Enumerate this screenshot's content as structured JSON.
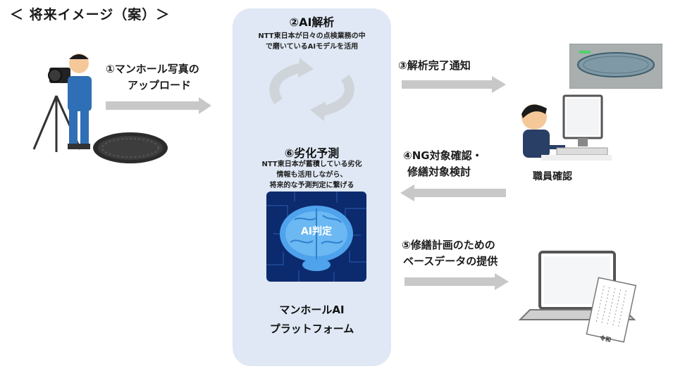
{
  "title": "＜ 将来イメージ（案）＞",
  "step1": {
    "line1": "①マンホール写真の",
    "line2": "アップロード"
  },
  "step2": {
    "title": "②AI解析",
    "desc1": "NTT東日本が日々の点検業務の中",
    "desc2": "で磨いているAIモデルを活用"
  },
  "step3": {
    "label": "③解析完了通知"
  },
  "step4": {
    "line1": "④NG対象確認・",
    "line2": "修繕対象検討"
  },
  "step5": {
    "line1": "⑤修繕計画のための",
    "line2": "ベースデータの提供"
  },
  "step6": {
    "title": "⑥劣化予測",
    "desc1": "NTT東日本が蓄積している劣化",
    "desc2": "情報も活用しながら、",
    "desc3": "将来的な予測判定に繋げる"
  },
  "ai_box_label": "AI判定",
  "platform": {
    "line1": "マンホールAI",
    "line2": "プラットフォーム"
  },
  "staff_label": "職員確認",
  "doc_stamp": "令和",
  "colors": {
    "platform_bg": "#dfe8f4",
    "arrow": "#c8c8c8",
    "brain": "#4fa3ec",
    "box_bg": "#0c2a6e"
  }
}
